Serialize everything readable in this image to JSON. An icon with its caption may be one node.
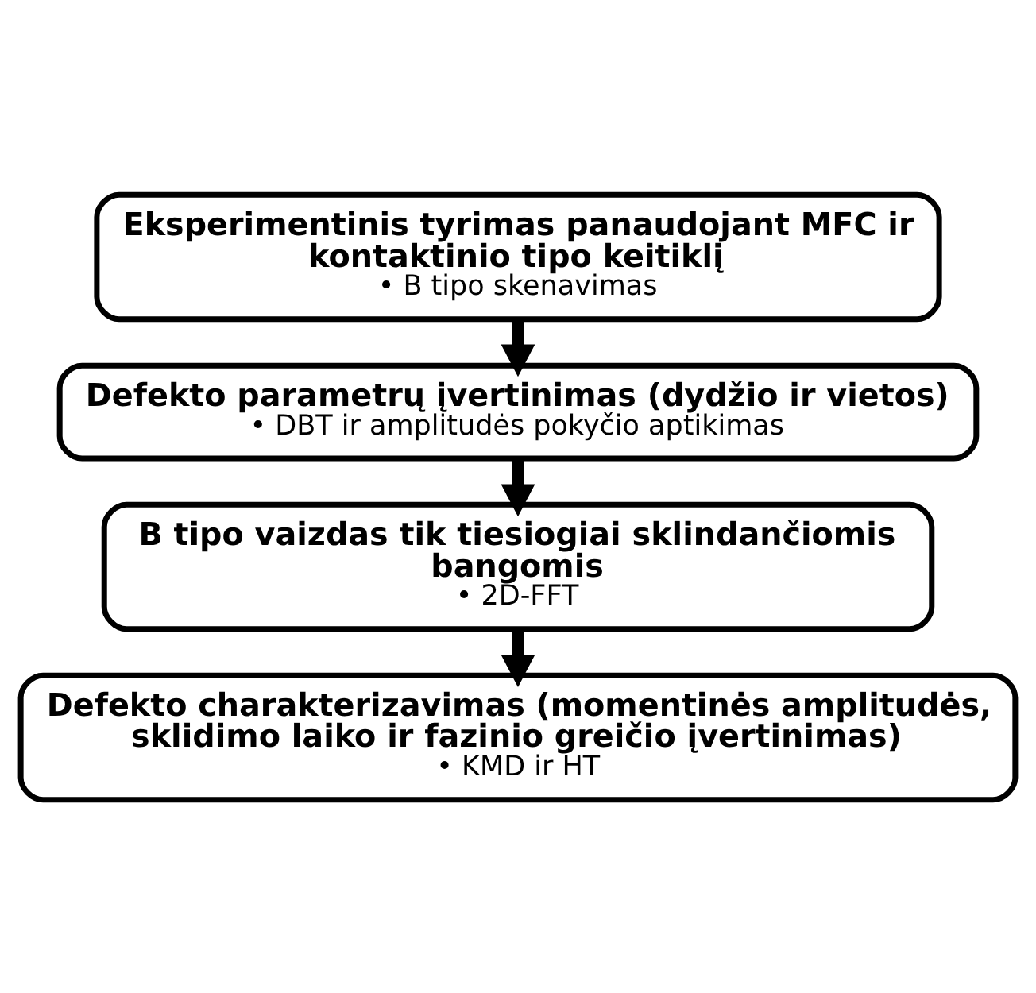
{
  "diagram": {
    "nodes": [
      {
        "text": [
          "Eksperimentinis tyrimas panaudojant MFC ir kontaktinio tipo keitiklį",
          "• B tipo skenavimas"
        ]
      },
      {
        "text": [
          "Defekto parametrų įvertinimas (dydžio ir vietos)",
          "• DBT ir amplitudės pokyčio aptikimas"
        ]
      },
      {
        "text": [
          "B tipo vaizdas tik tiesiogiai sklindančiomis bangomis",
          "• 2D-FFT"
        ]
      },
      {
        "text": [
          "Defekto charakterizavimas (momentinės amplitudės, sklidimo laiko ir fazinio greičio įvertinimas)",
          "• KMD ir HT"
        ]
      }
    ],
    "edges": [
      {
        "from": 0,
        "to": 1,
        "arrow": "to"
      },
      {
        "from": 1,
        "to": 2,
        "arrow": "to"
      },
      {
        "from": 2,
        "to": 3,
        "arrow": "to"
      }
    ]
  }
}
